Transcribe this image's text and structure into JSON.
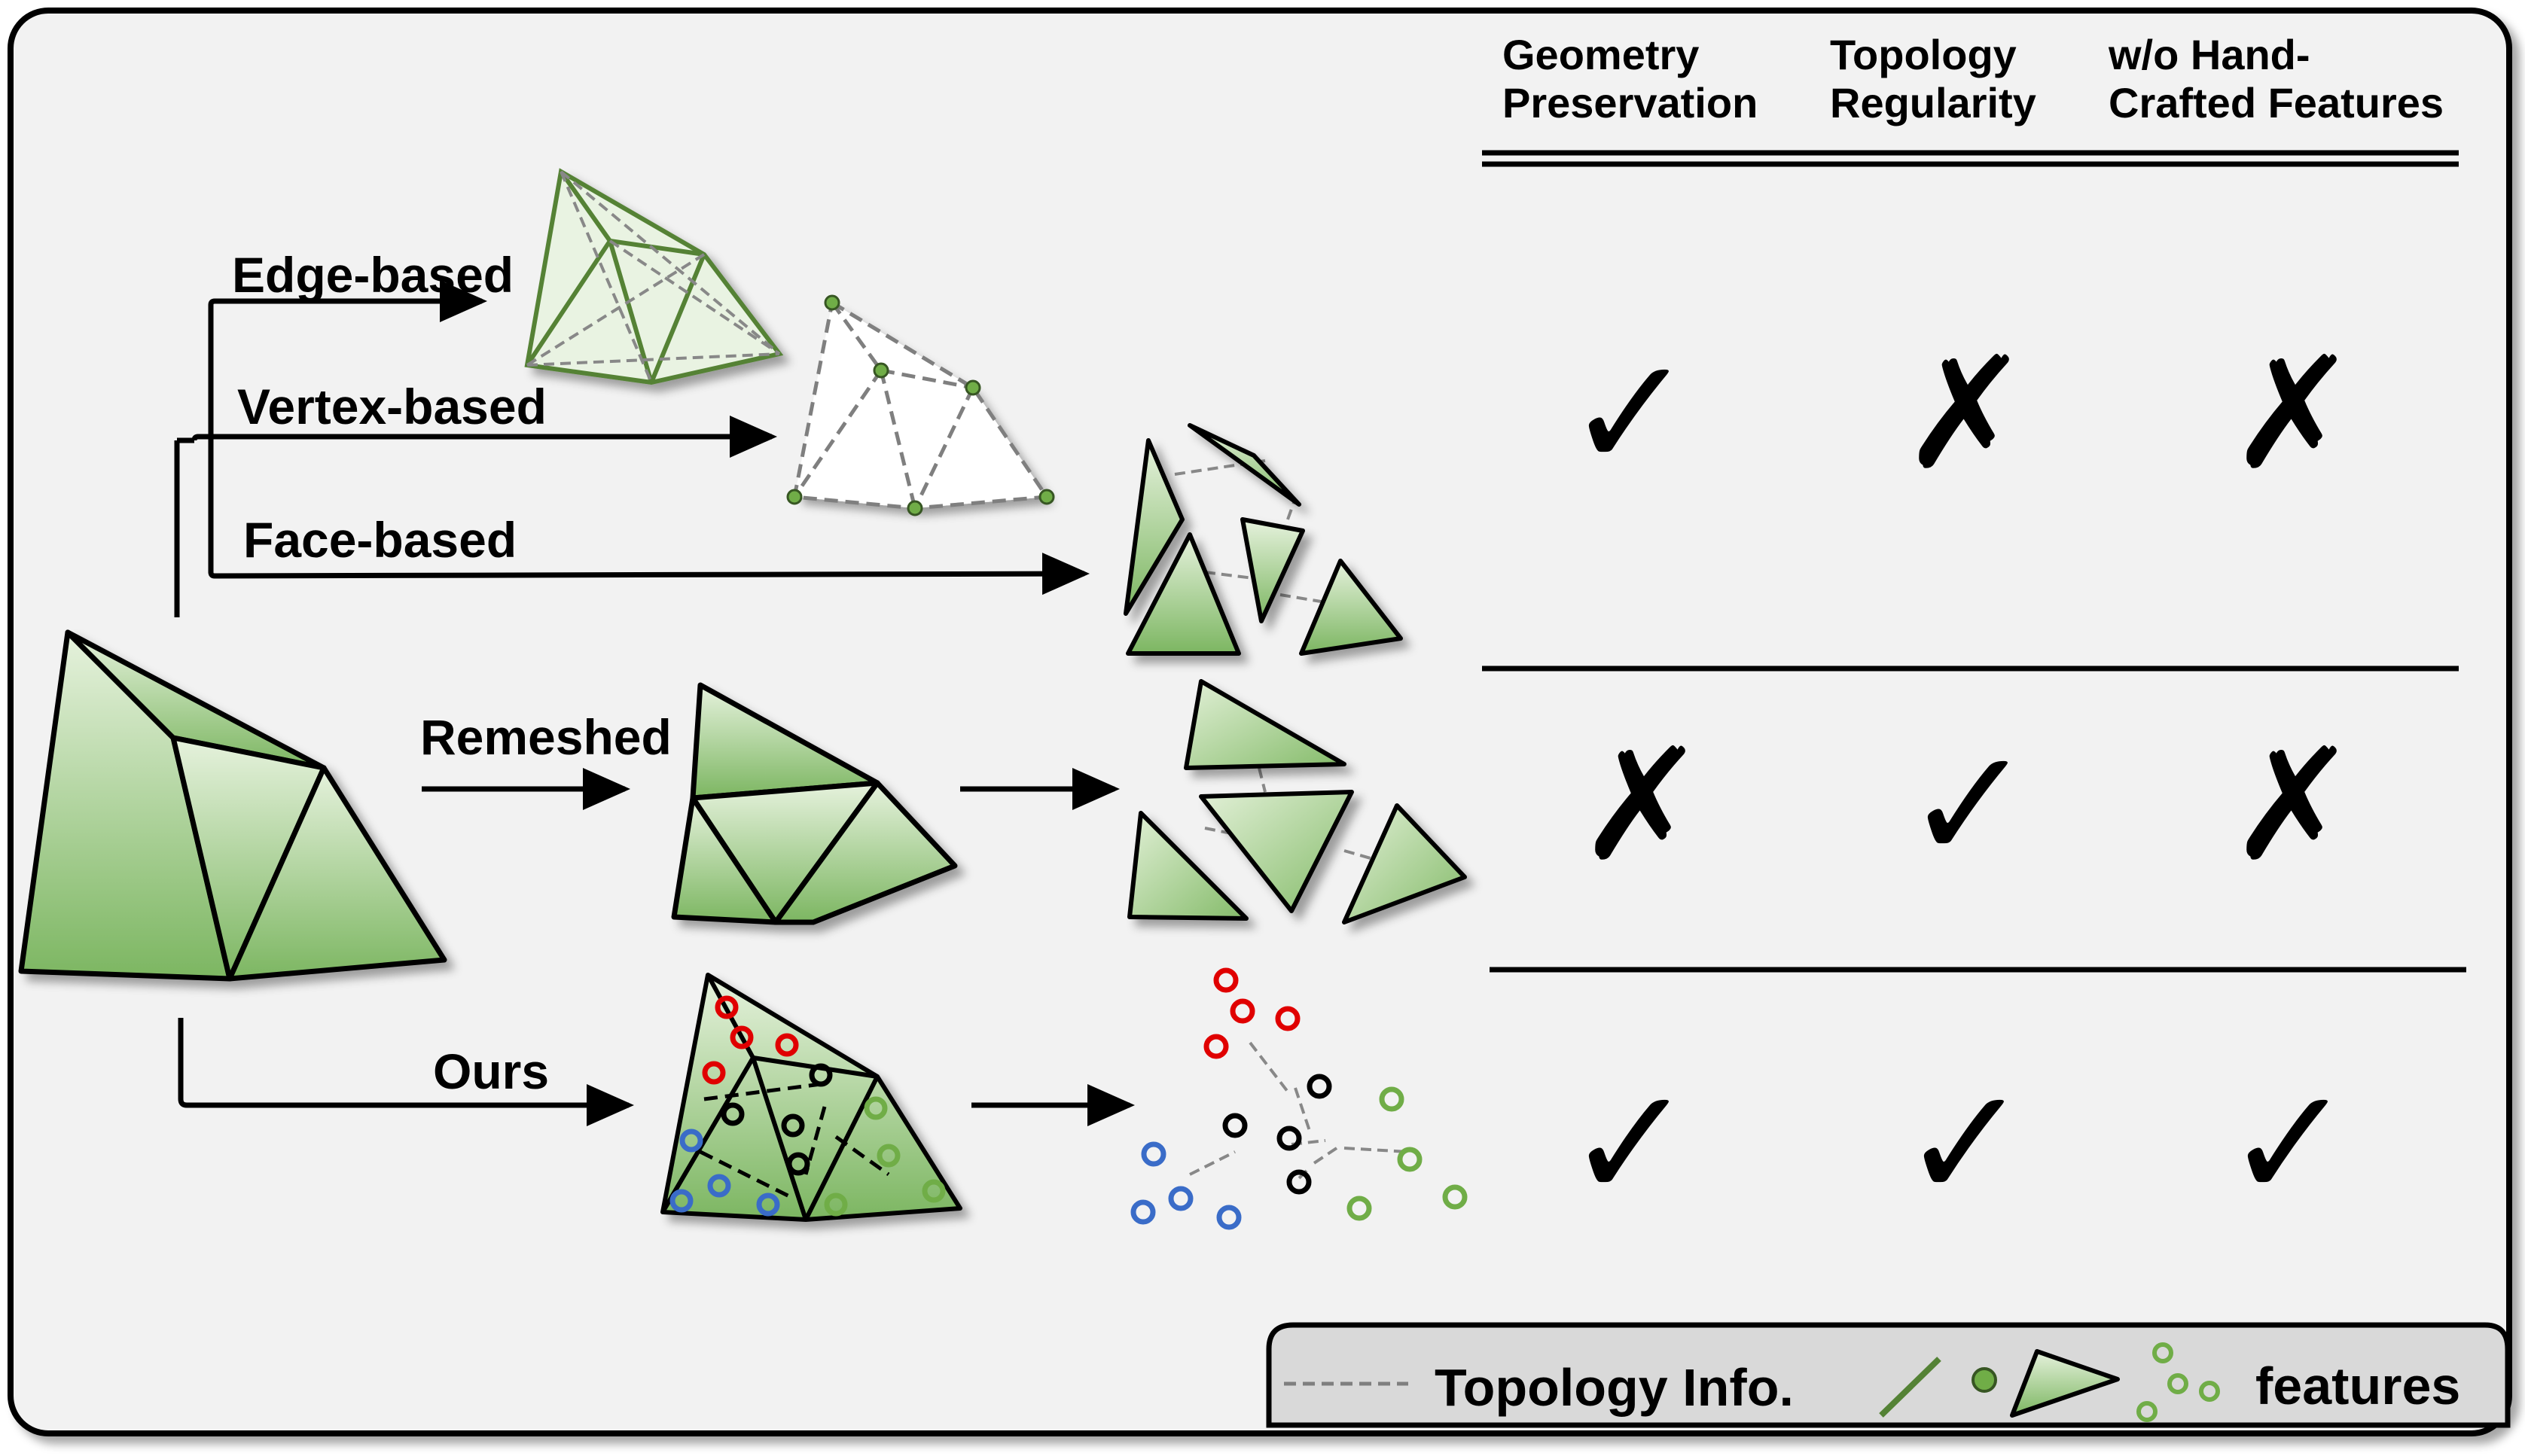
{
  "headers": [
    {
      "lines": [
        "Geometry",
        "Preservation"
      ]
    },
    {
      "lines": [
        "Topology",
        "Regularity"
      ]
    },
    {
      "lines": [
        "w/o Hand-",
        "Crafted Features"
      ]
    }
  ],
  "branches": {
    "edge": "Edge-based",
    "vertex": "Vertex-based",
    "face": "Face-based",
    "remeshed": "Remeshed",
    "ours": "Ours"
  },
  "marks": {
    "row1": [
      "✓",
      "✗",
      "✗"
    ],
    "row2": [
      "✗",
      "✓",
      "✗"
    ],
    "row3": [
      "✓",
      "✓",
      "✓"
    ]
  },
  "legend": {
    "topology": "Topology Info.",
    "features": "features"
  },
  "colors": {
    "panel_bg": "#f2f2f2",
    "legend_bg": "#d9d9d9",
    "green_face": "#8fc17a",
    "green_edge": "#548235",
    "red_point": "#e00000",
    "blue_point": "#3a6cc8",
    "green_point": "#70ad47"
  },
  "icons": [
    "check-icon",
    "cross-icon",
    "arrow-icon",
    "mesh-icon",
    "point-feature-icon"
  ]
}
